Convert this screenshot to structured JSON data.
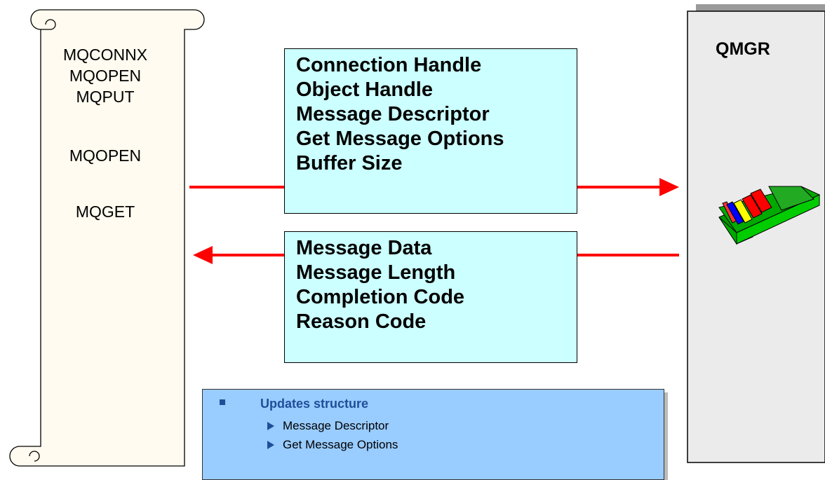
{
  "scroll": {
    "calls": [
      "MQCONNX",
      "MQOPEN",
      "MQPUT",
      "MQOPEN",
      "MQGET"
    ]
  },
  "request_box": {
    "lines": [
      "Connection Handle",
      "Object Handle",
      "Message Descriptor",
      "Get Message Options",
      "Buffer Size"
    ]
  },
  "response_box": {
    "lines": [
      "Message Data",
      "Message Length",
      "Completion Code",
      "Reason Code"
    ]
  },
  "qmgr": {
    "title": "QMGR"
  },
  "info": {
    "heading": "Updates structure",
    "items": [
      "Message Descriptor",
      "Get Message Options"
    ]
  },
  "colors": {
    "scroll_fill": "#fffbf0",
    "box_fill": "#ccffff",
    "arrow": "#ff0000",
    "info_fill": "#99ccff",
    "qmgr_fill": "#ebebeb",
    "bullet": "#1f4e99"
  }
}
